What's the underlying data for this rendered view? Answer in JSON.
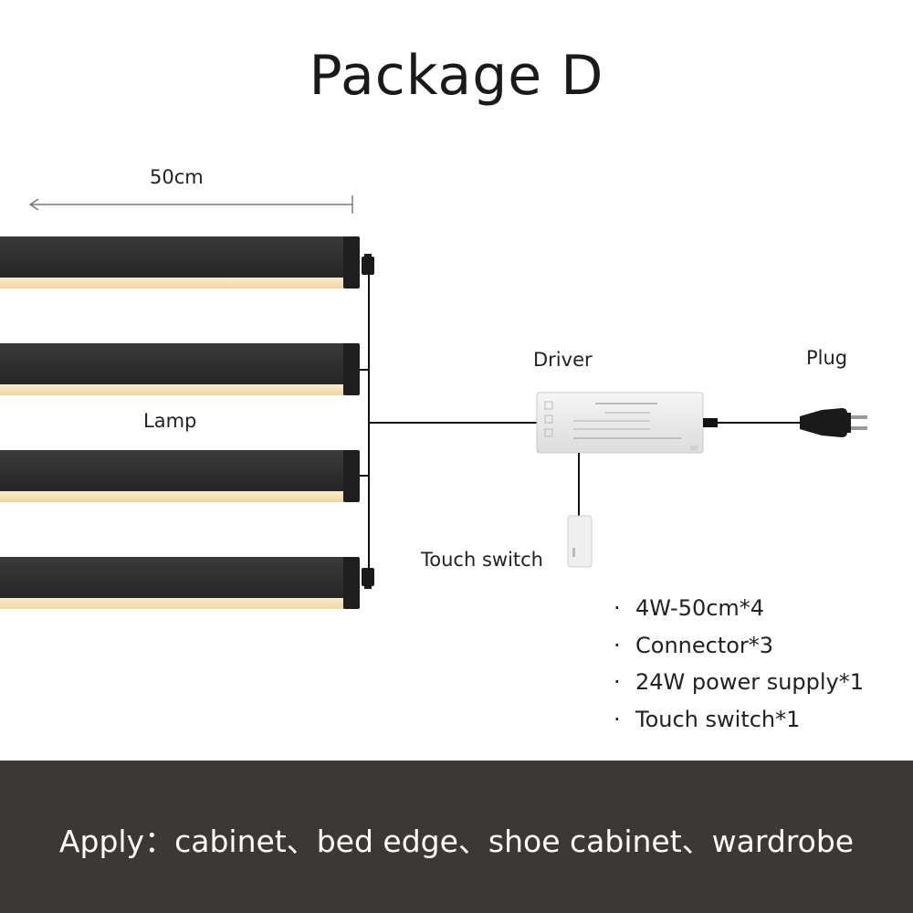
{
  "title": "Package D",
  "labels": {
    "length": "50cm",
    "lamp": "Lamp",
    "driver": "Driver",
    "plug": "Plug",
    "touch_switch": "Touch switch"
  },
  "specs": [
    "4W-50cm*4",
    "Connector*3",
    "24W power supply*1",
    "Touch switch*1"
  ],
  "bullet": "·",
  "apply": "Apply：cabinet、bed edge、shoe cabinet、wardrobe",
  "colors": {
    "background": "#ffffff",
    "footer": "#3b3835",
    "lamp_body": "#2f2f2f",
    "lamp_glow": "#f7e3bf",
    "driver_body": "#eeeeee",
    "wire": "#111111"
  },
  "icons": {
    "plug": "plug-icon",
    "arrow": "dimension-arrow-icon"
  }
}
